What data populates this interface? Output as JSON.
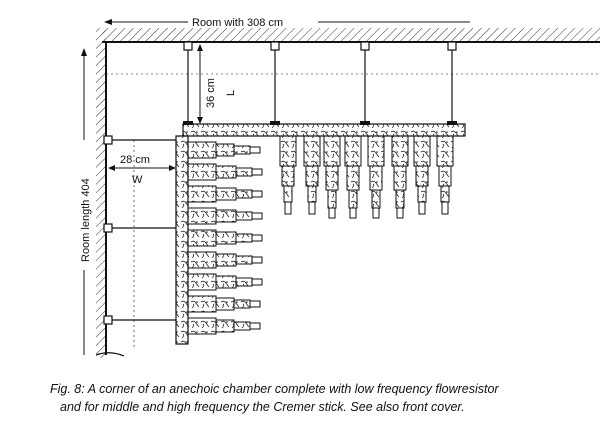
{
  "diagram": {
    "labels": {
      "room_width": "Room with 308 cm",
      "room_length": "Room length 404",
      "height_dim": "36 cm",
      "height_var": "L",
      "width_dim": "28 cm",
      "width_var": "W"
    }
  },
  "caption": {
    "line1": "Fig. 8: A corner of an anechoic chamber complete with low frequency flowresistor",
    "line2": "and for middle and high frequency the Cremer stick. See also front cover."
  },
  "colors": {
    "ink": "#111111",
    "fill": "#ffffff",
    "hatch": "#333333"
  }
}
